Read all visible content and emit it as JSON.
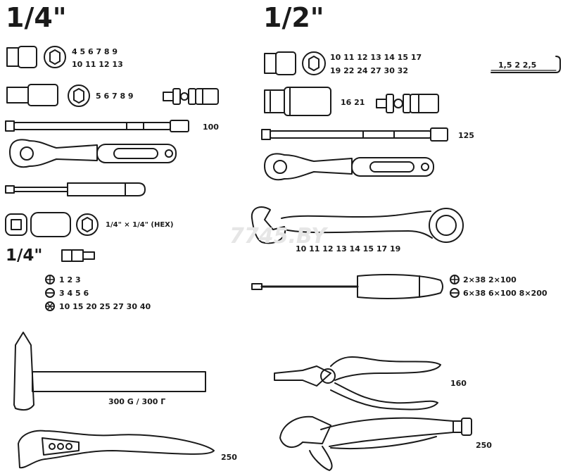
{
  "headings": {
    "quarter": "1/4\"",
    "half": "1/2\"",
    "quarter_bits": "1/4\""
  },
  "quarter": {
    "sockets_row1": "4  5  6  7  8  9",
    "sockets_row2": "10  11  12  13",
    "deep_sockets": "5  6  7  8  9",
    "extension_length": "100",
    "adapter": "1/4\" × 1/4\" (HEX)",
    "bits_phillips": "1  2  3",
    "bits_slotted": "3  4  5  6",
    "bits_torx": "10  15  20  25  27  30  40"
  },
  "half": {
    "sockets_row1": "10  11  12  13  14  15  17",
    "sockets_row2": "19  22  24  27  30  32",
    "spark_sockets": "16  21",
    "extension_length": "125",
    "hex_keys": "1,5  2  2,5",
    "wrenches": "10  11  12  13  14  15  17  19",
    "screwdriver_phillips": "2×38  2×100",
    "screwdriver_slotted": "6×38  6×100  8×200"
  },
  "hammer_weight": "300 G / 300 Г",
  "water_pump_pliers_size": "250",
  "combination_pliers_size": "160",
  "locking_pliers_size": "250",
  "watermark": "7745.BY"
}
